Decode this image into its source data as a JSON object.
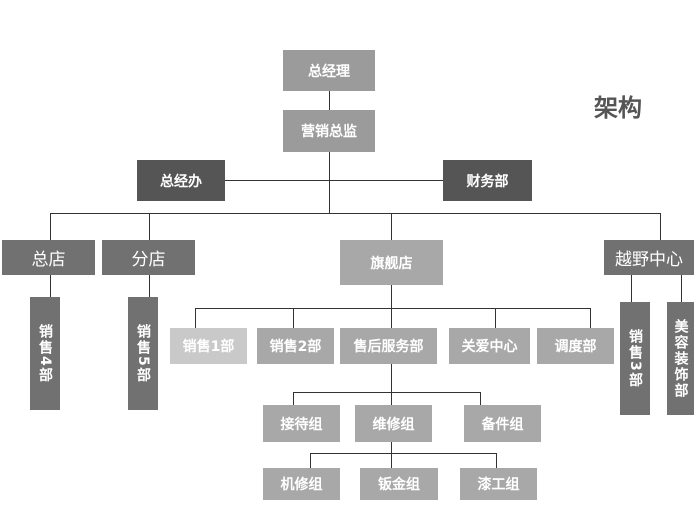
{
  "title": "架构",
  "nodes": {
    "gm": "总经理",
    "marketing_director": "营销总监",
    "general_office": "总经办",
    "finance": "财务部",
    "main_store": "总店",
    "branch_store": "分店",
    "flagship_store": "旗舰店",
    "offroad_center": "越野中心",
    "sales4": "销售4部",
    "sales5": "销售5部",
    "sales1": "销售1部",
    "sales2": "销售2部",
    "after_sales": "售后服务部",
    "care_center": "关爱中心",
    "dispatch": "调度部",
    "sales3": "销售3部",
    "beauty": "美容装饰部",
    "reception": "接待组",
    "repair": "维修组",
    "parts": "备件组",
    "mechanical": "机修组",
    "sheet_metal": "钣金组",
    "paint": "漆工组"
  }
}
